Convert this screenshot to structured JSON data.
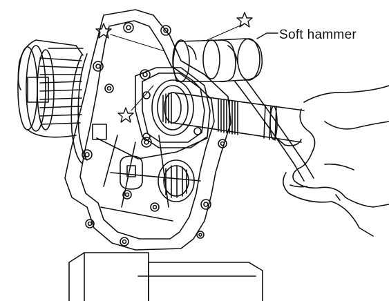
{
  "callouts": [
    {
      "label": "Soft hammer",
      "target": "soft-hammer"
    }
  ],
  "markers": {
    "symbol": "star",
    "count": 3,
    "meaning_printed": false
  },
  "colors": {
    "ink": "#111111",
    "paper": "#ffffff"
  }
}
